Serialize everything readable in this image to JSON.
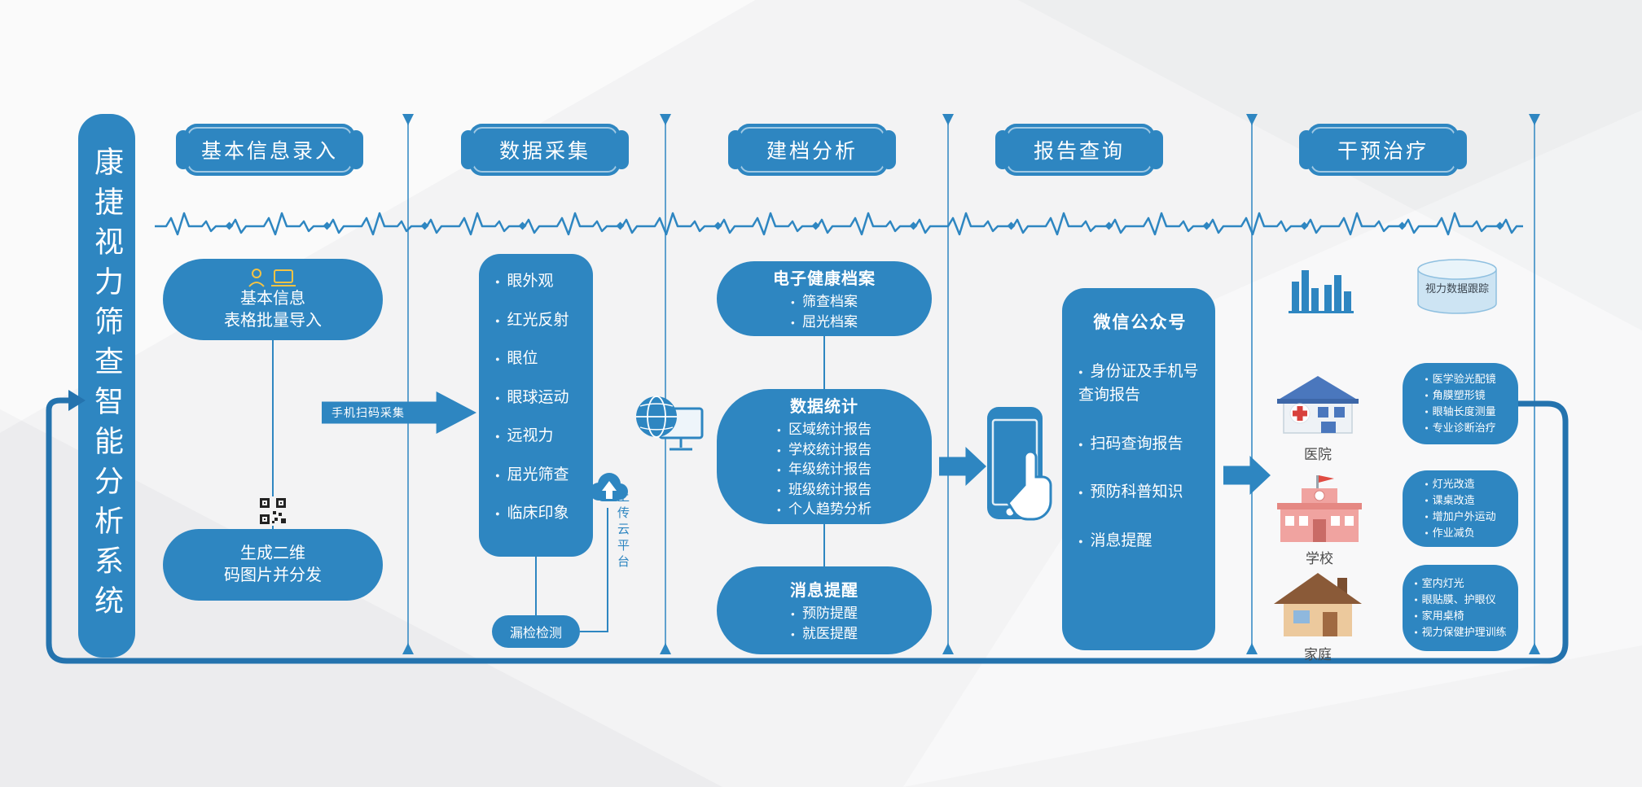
{
  "title": {
    "system": "康捷视力筛查智能分析系统"
  },
  "colors": {
    "primary": "#2e86c1",
    "loop": "#2473ae",
    "accent_yellow": "#f5c344",
    "background": "#f3f3f4"
  },
  "stages": [
    {
      "label": "基本信息录入"
    },
    {
      "label": "数据采集"
    },
    {
      "label": "建档分析"
    },
    {
      "label": "报告查询"
    },
    {
      "label": "干预治疗"
    }
  ],
  "entry": {
    "import_line1": "基本信息",
    "import_line2": "表格批量导入",
    "qr_line1": "生成二维",
    "qr_line2": "码图片并分发",
    "scan_arrow_label": "手机扫码采集"
  },
  "collection": {
    "items": [
      "眼外观",
      "红光反射",
      "眼位",
      "眼球运动",
      "远视力",
      "屈光筛查",
      "临床印象"
    ],
    "leak_check_label": "漏检检测",
    "upload_label": "上传云平台"
  },
  "analysis": {
    "ehr": {
      "title": "电子健康档案",
      "items": [
        "筛查档案",
        "屈光档案"
      ]
    },
    "stats": {
      "title": "数据统计",
      "items": [
        "区域统计报告",
        "学校统计报告",
        "年级统计报告",
        "班级统计报告",
        "个人趋势分析"
      ]
    },
    "notify": {
      "title": "消息提醒",
      "items": [
        "预防提醒",
        "就医提醒"
      ]
    }
  },
  "report": {
    "title": "微信公众号",
    "items": [
      "身份证及手机号查询报告",
      "扫码查询报告",
      "预防科普知识",
      "消息提醒"
    ]
  },
  "intervention": {
    "database_label": "视力数据跟踪",
    "venues": [
      {
        "name": "医院",
        "items": [
          "医学验光配镜",
          "角膜塑形镜",
          "眼轴长度测量",
          "专业诊断治疗"
        ]
      },
      {
        "name": "学校",
        "items": [
          "灯光改造",
          "课桌改造",
          "增加户外运动",
          "作业减负"
        ]
      },
      {
        "name": "家庭",
        "items": [
          "室内灯光",
          "眼贴膜、护眼仪",
          "家用桌椅",
          "视力保健护理训练"
        ]
      }
    ]
  },
  "icons": {
    "user": "user-icon",
    "laptop": "laptop-icon",
    "qr": "qr-code-icon",
    "cloud_upload": "cloud-upload-icon",
    "globe_monitor": "globe-monitor-icon",
    "phone_touch": "phone-touch-icon",
    "bar_chart": "bar-chart-icon",
    "database": "database-icon",
    "hospital": "hospital-icon",
    "school": "school-icon",
    "home": "home-icon",
    "heartbeat": "heartbeat-line"
  }
}
